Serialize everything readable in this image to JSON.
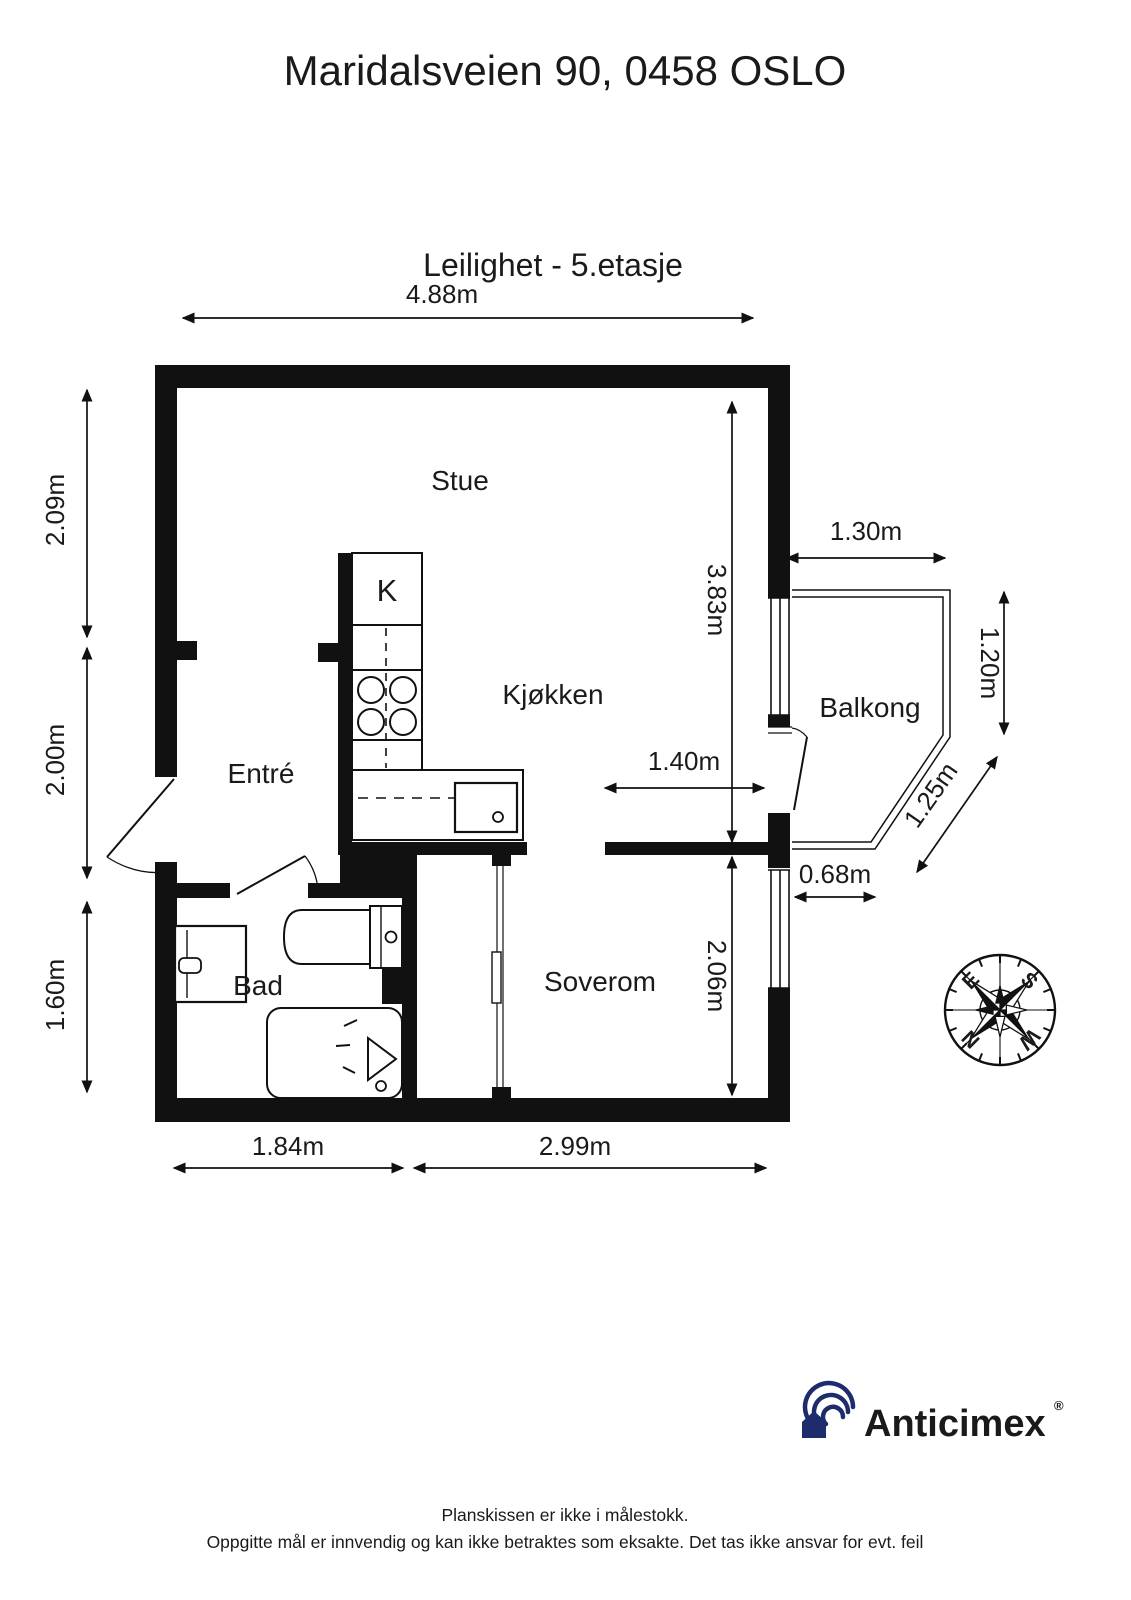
{
  "page": {
    "title": "Maridalsveien 90, 0458 OSLO",
    "subtitle": "Leilighet - 5.etasje"
  },
  "rooms": {
    "stue": "Stue",
    "kjokken": "Kjøkken",
    "entre": "Entré",
    "bad": "Bad",
    "soverom": "Soverom",
    "balkong": "Balkong",
    "kitchen_cabinet": "K"
  },
  "dimensions": {
    "total_width": "4.88m",
    "left_top": "2.09m",
    "left_middle": "2.00m",
    "left_bottom": "1.60m",
    "stue_height": "3.83m",
    "kjokken_width": "1.40m",
    "soverom_height": "2.06m",
    "balcony_width": "1.30m",
    "balcony_height": "1.20m",
    "balcony_diagonal": "1.25m",
    "balcony_bottom": "0.68m",
    "bad_width": "1.84m",
    "soverom_width": "2.99m"
  },
  "compass": {
    "north": "N",
    "east": "E",
    "south": "S",
    "west": "W"
  },
  "logo": {
    "brand": "Anticimex",
    "registered": "®"
  },
  "footer": {
    "line1": "Planskissen er ikke i målestokk.",
    "line2": "Oppgitte mål er innvendig og kan ikke betraktes som eksakte. Det tas ikke ansvar for evt. feil"
  },
  "colors": {
    "ink": "#1a1a1a",
    "wall": "#111111",
    "logo_navy": "#1e2b6c"
  }
}
